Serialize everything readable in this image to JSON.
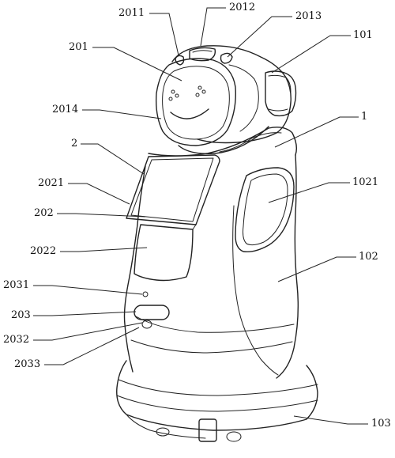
{
  "labels": {
    "l2011": "2011",
    "l2012": "2012",
    "l2013": "2013",
    "l201": "201",
    "l101": "101",
    "l2014": "2014",
    "l1": "1",
    "l2": "2",
    "l2021": "2021",
    "l1021": "1021",
    "l202": "202",
    "l2022": "2022",
    "l102": "102",
    "l2031": "2031",
    "l203": "203",
    "l2032": "2032",
    "l2033": "2033",
    "l103": "103"
  }
}
